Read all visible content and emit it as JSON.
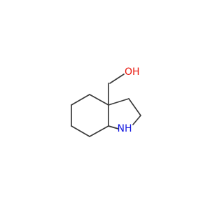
{
  "molecule": {
    "atoms": [
      {
        "label": "OH",
        "element": "O",
        "color": "#e8160c"
      },
      {
        "label": "NH",
        "element": "N",
        "color": "#1418e0"
      }
    ],
    "bond_color": "#3a3a3a"
  }
}
